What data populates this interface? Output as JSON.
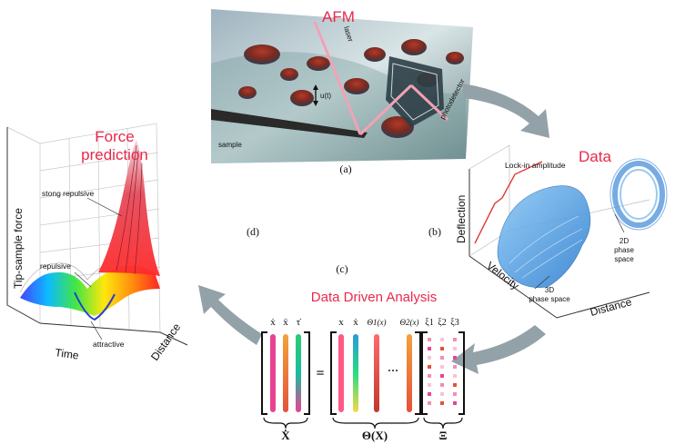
{
  "panels": {
    "a": {
      "caption": "(a)",
      "title": "AFM",
      "laser_label": "laser",
      "photodetector_label": "photodetector",
      "displacement_label": "u(t)",
      "sample_label": "sample"
    },
    "b": {
      "caption": "(b)",
      "title": "Data",
      "lockin_label": "Lock-in amplitude",
      "axis_deflection": "Deflection",
      "axis_velocity": "Velocity",
      "axis_distance": "Distance",
      "label_3d_line1": "3D",
      "label_3d_line2": "phase space",
      "label_2d_line1": "2D",
      "label_2d_line2": "phase",
      "label_2d_line3": "space"
    },
    "c": {
      "caption": "(c)",
      "title": "Data Driven Analysis",
      "xdot_headers": [
        "ẋ",
        "ẍ",
        "τ̇"
      ],
      "theta_headers": [
        "x",
        "ẋ",
        "Θ1(x)",
        "Θ2(x)"
      ],
      "xi_headers": [
        "ξ1",
        "ξ2",
        "ξ3"
      ],
      "equals": "=",
      "ellipsis": "···",
      "label_xdot": "Ẋ",
      "label_theta": "Θ(X)",
      "label_xi": "Ξ"
    },
    "d": {
      "caption": "(d)",
      "title_line1": "Force",
      "title_line2": "prediction",
      "axis_force": "Tip-sample force",
      "axis_time": "Time",
      "axis_distance": "Distance",
      "label_strong": "stong repulsive",
      "label_repulsive": "repulsive",
      "label_attractive": "attractive"
    }
  },
  "colors": {
    "accent_red": "#e8294b",
    "arrow_gray": "#93a1a8",
    "surface_blue": "#5aa7e6",
    "lockin_red": "#e33a3a"
  }
}
